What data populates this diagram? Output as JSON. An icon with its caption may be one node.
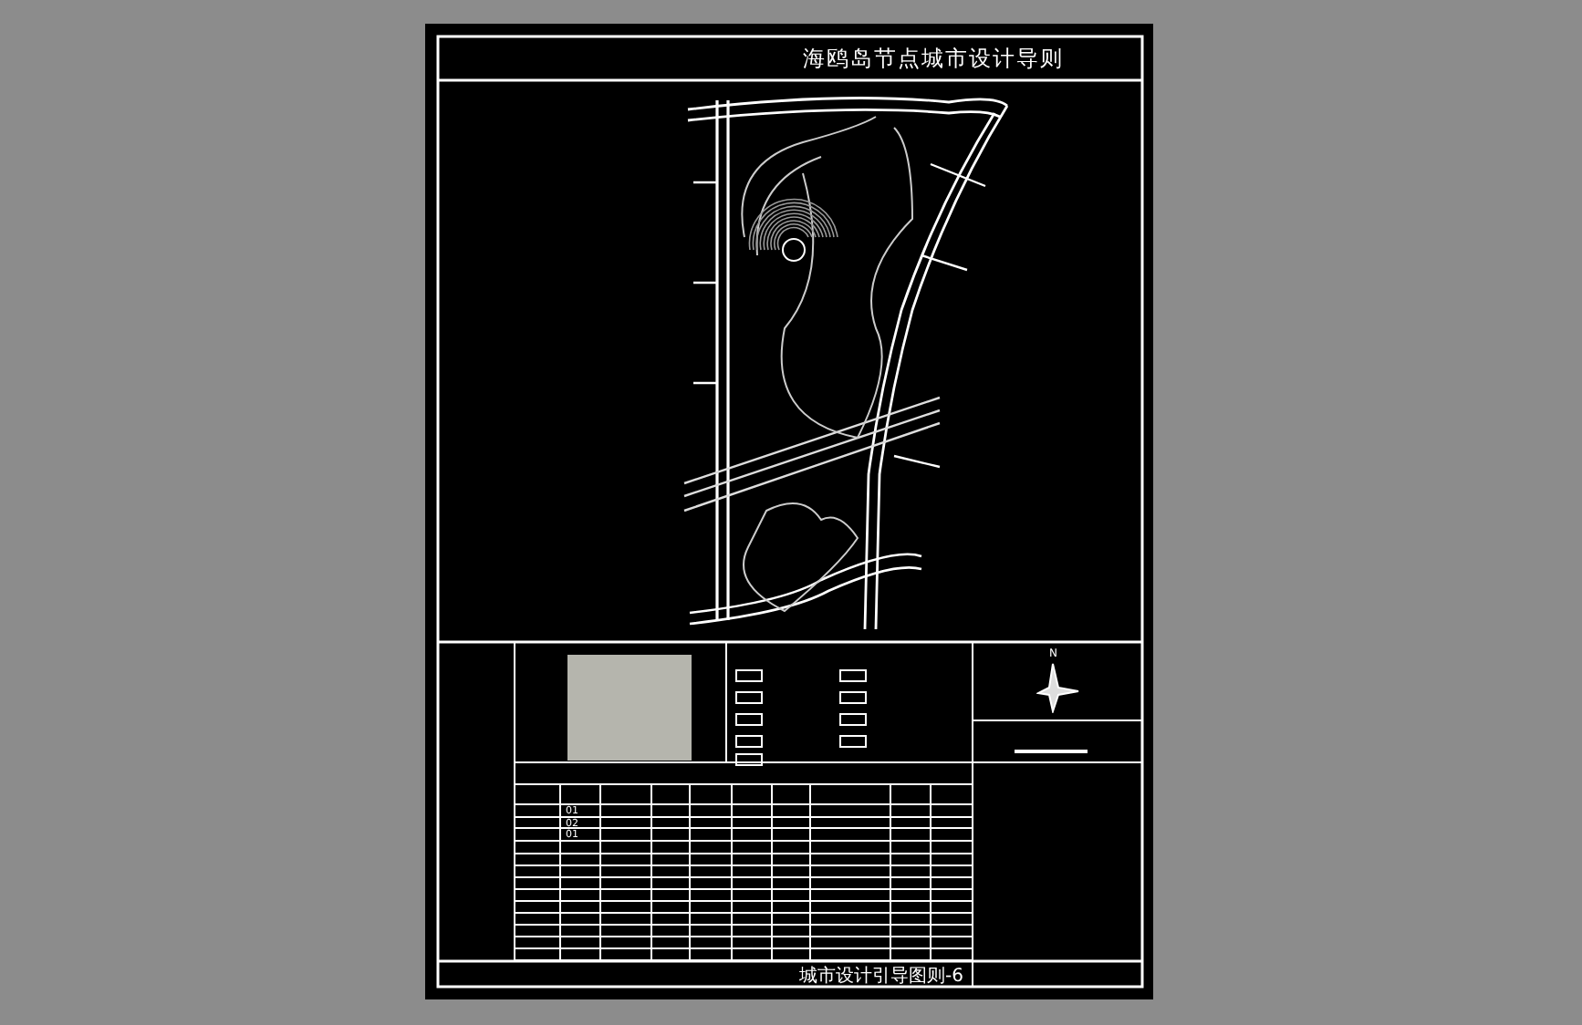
{
  "diagram": {
    "title": "海鸥岛节点城市设计导则",
    "caption": "城市设计引导图则-6",
    "labels": [
      "N",
      "01",
      "02",
      "01"
    ]
  }
}
